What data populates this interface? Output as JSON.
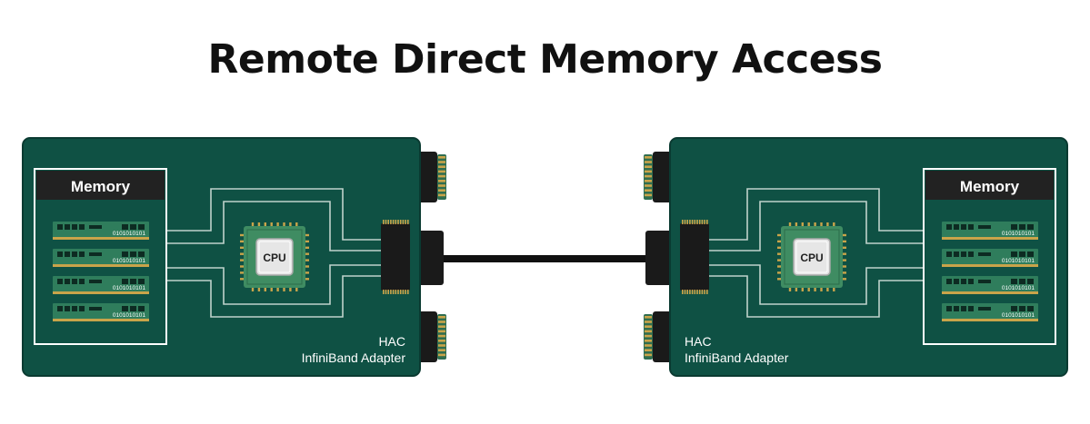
{
  "title": "Remote Direct Memory Access",
  "colors": {
    "board": "#0f5144",
    "board_edge": "#0a3a31",
    "trace": "#bfd3cb",
    "ram_stick": "#2f7d5c",
    "ram_chip": "#0d2b22",
    "memory_header": "#222222",
    "cpu_substrate": "#3f8c62",
    "cpu_die": "#e6e6e6",
    "connector": "#1a1a1a",
    "gold": "#c9a44a",
    "cable": "#111111"
  },
  "left_node": {
    "memory_label": "Memory",
    "ram_sticks": [
      "0101010101",
      "0101010101",
      "0101010101",
      "0101010101"
    ],
    "cpu_label": "CPU",
    "adapter_line1": "HAC",
    "adapter_line2": "InfiniBand Adapter"
  },
  "right_node": {
    "memory_label": "Memory",
    "ram_sticks": [
      "0101010101",
      "0101010101",
      "0101010101",
      "0101010101"
    ],
    "cpu_label": "CPU",
    "adapter_line1": "HAC",
    "adapter_line2": "InfiniBand Adapter"
  }
}
